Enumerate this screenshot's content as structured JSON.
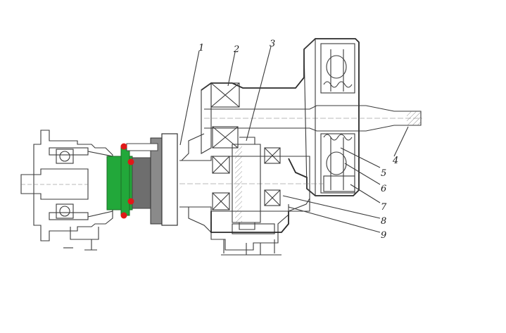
{
  "diagram": {
    "callouts": [
      {
        "id": "1",
        "text": "1"
      },
      {
        "id": "2",
        "text": "2"
      },
      {
        "id": "3",
        "text": "3"
      },
      {
        "id": "4",
        "text": "4"
      },
      {
        "id": "5",
        "text": "5"
      },
      {
        "id": "6",
        "text": "6"
      },
      {
        "id": "7",
        "text": "7"
      },
      {
        "id": "8",
        "text": "8"
      },
      {
        "id": "9",
        "text": "9"
      }
    ],
    "colors": {
      "adapter_block": "#22a83a",
      "shaft_adapter": "#6e6e6e",
      "bolt_markers": "#e01818",
      "flange_plate": "#8a8a8a",
      "ink": "#333333"
    },
    "icons": {
      "bearing": "crossed-box",
      "bolt": "red-dot"
    }
  }
}
